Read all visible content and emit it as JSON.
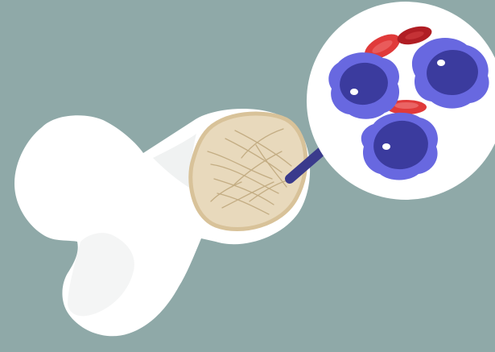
{
  "illustration": {
    "subject": "bone-marrow-cells",
    "colors": {
      "background": "#8fa9a8",
      "bone": "#ffffff",
      "bone_shadow": "#e9ecec",
      "marrow_fill": "#e8d9bc",
      "marrow_rim": "#dcc7a0",
      "marrow_fiber": "#bda57a",
      "arrow": "#3a3a8c",
      "magnifier": "#ffffff",
      "cell_outer": "#6868e0",
      "cell_inner": "#3b3b9e",
      "cell_highlight": "#ffffff",
      "rbc_light": "#e03a3a",
      "rbc_dark": "#b01e24"
    },
    "elements": {
      "bone": "bone-icon",
      "marrow": "marrow-cross-section",
      "arrow": "arrow-icon",
      "magnifier": "magnifier-circle",
      "white_cells": [
        "white-blood-cell",
        "white-blood-cell",
        "white-blood-cell"
      ],
      "red_cells": [
        "red-blood-cell",
        "red-blood-cell",
        "red-blood-cell"
      ]
    }
  }
}
